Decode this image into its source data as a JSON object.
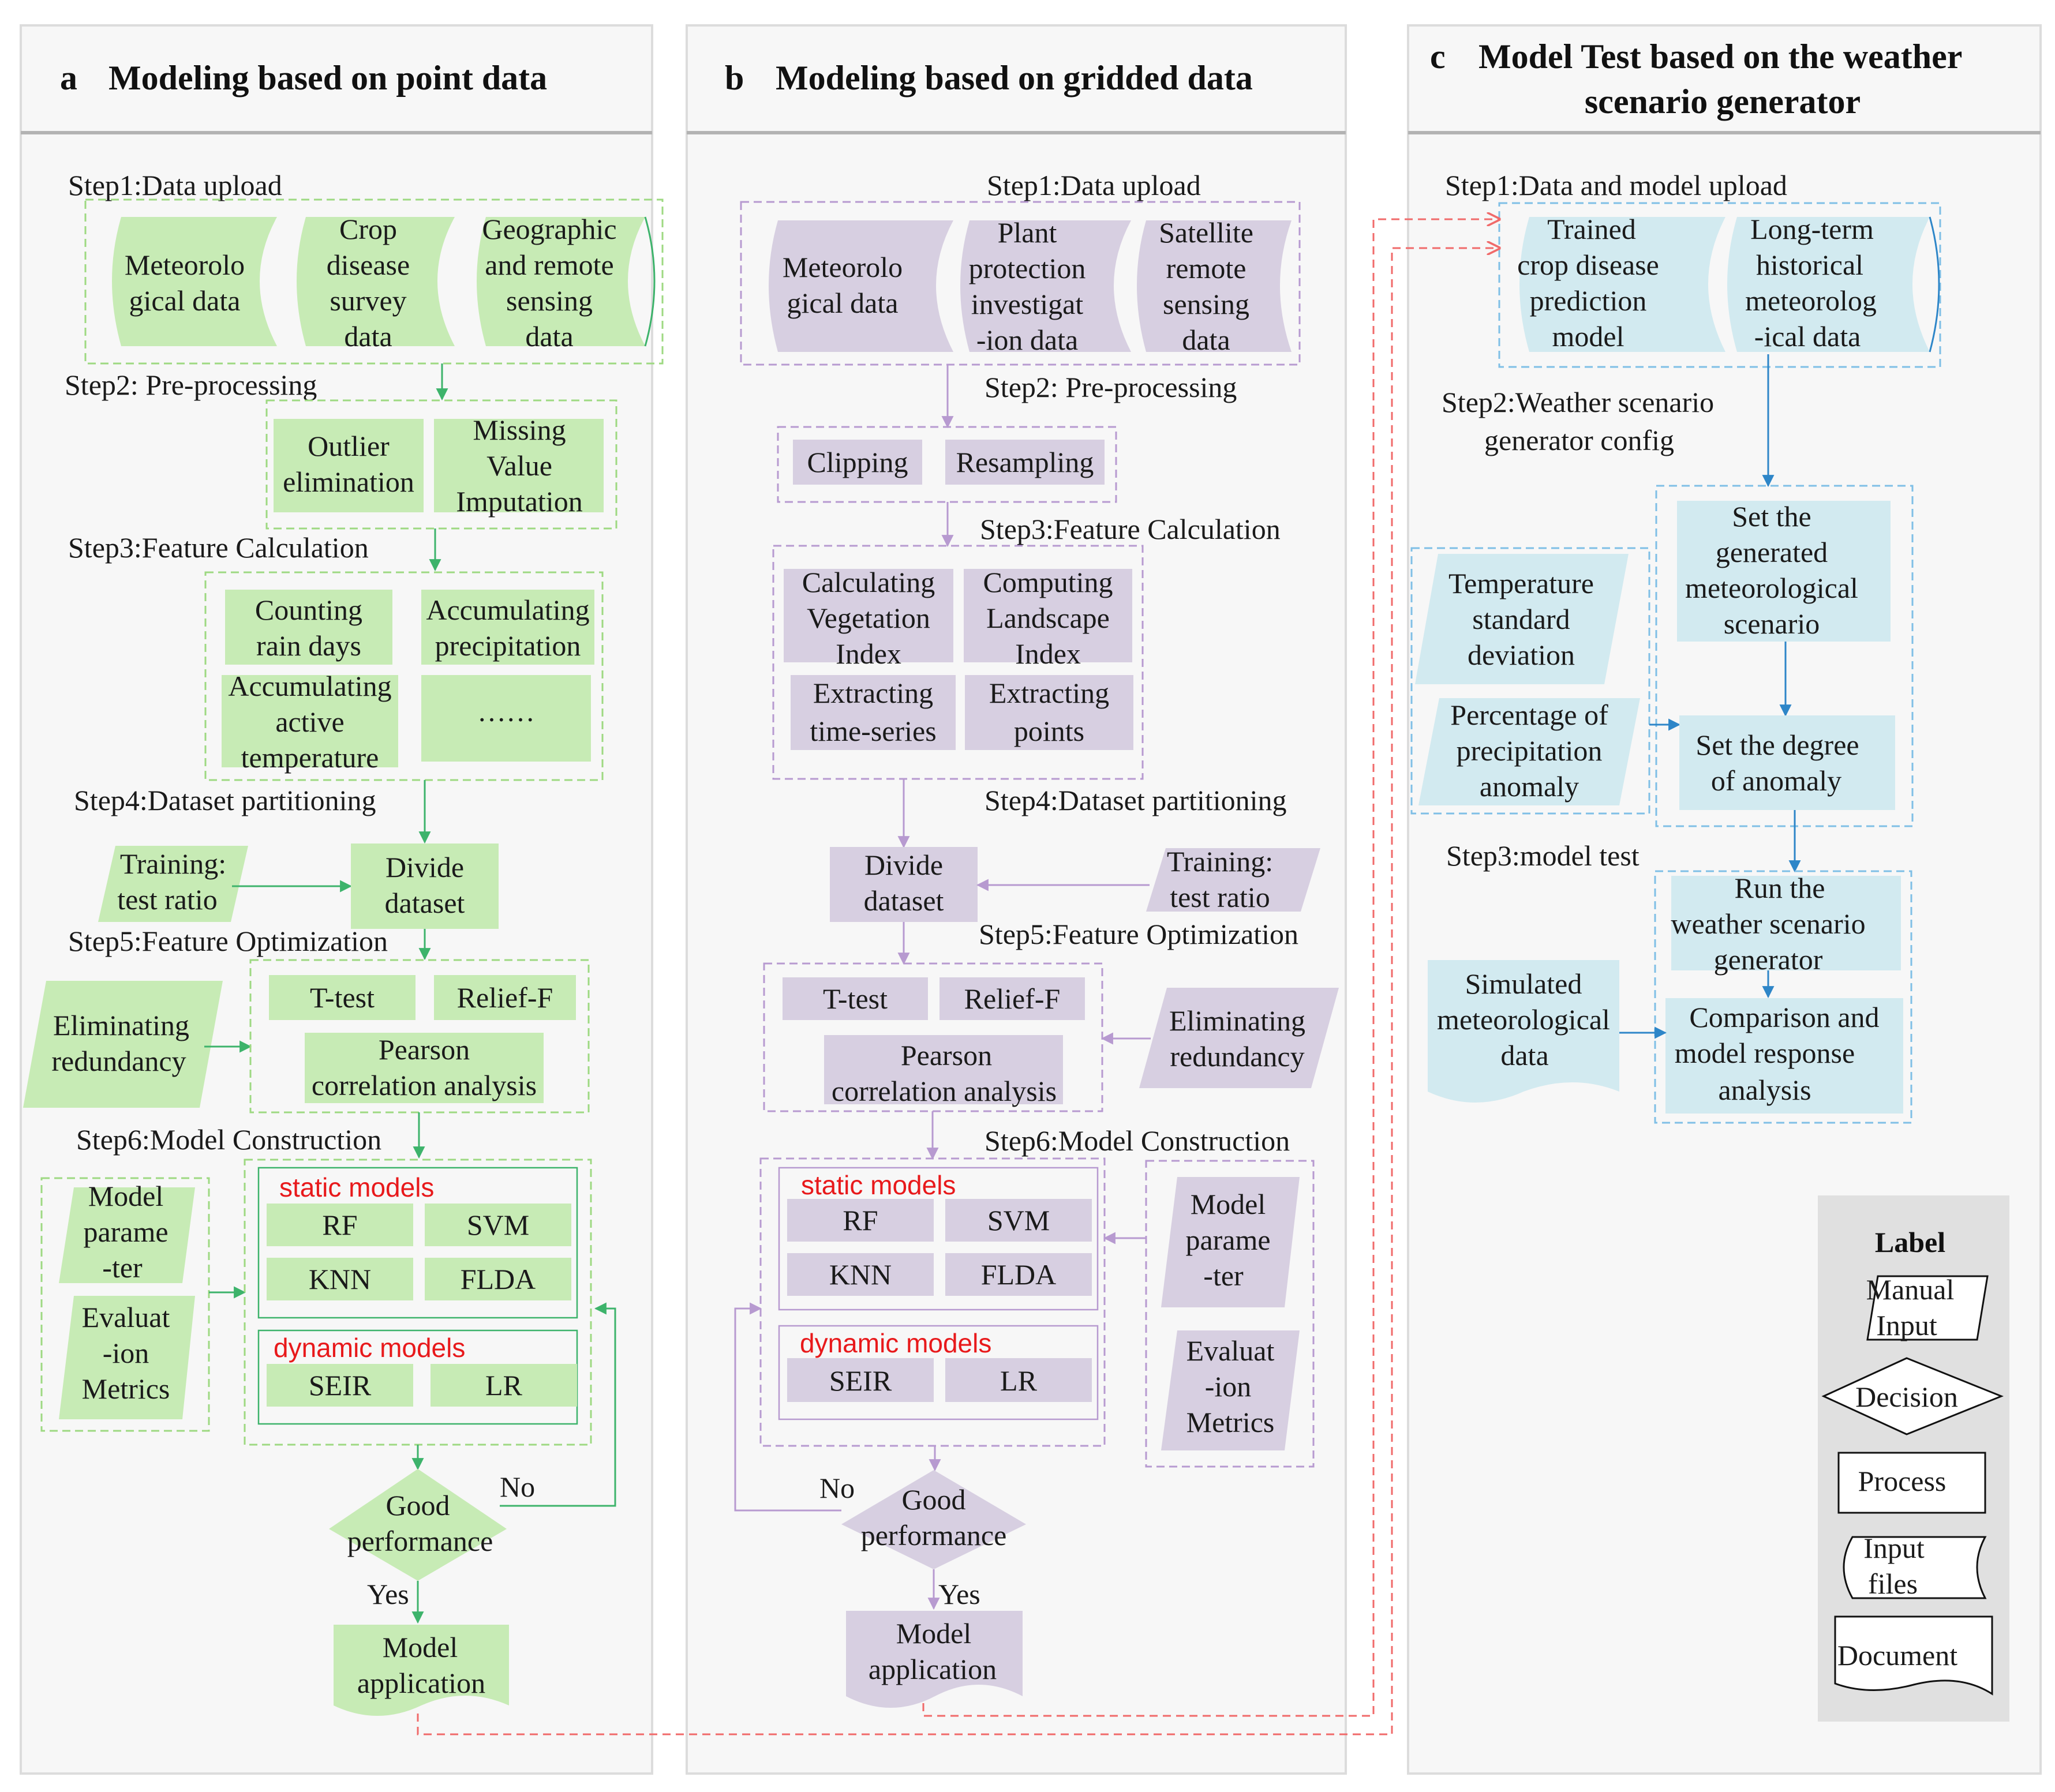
{
  "panels": {
    "a": {
      "letter": "a",
      "title": "Modeling based on point data",
      "step1": "Step1:Data upload",
      "inputs": [
        [
          "Meteorolo",
          "gical data"
        ],
        [
          "Crop",
          "disease",
          "survey",
          "data"
        ],
        [
          "Geographic",
          "and remote",
          "sensing",
          "data"
        ]
      ],
      "step2": "Step2: Pre-processing",
      "pre": [
        [
          "Outlier",
          "elimination"
        ],
        [
          "Missing",
          "Value",
          "Imputation"
        ]
      ],
      "step3": "Step3:Feature Calculation",
      "features": [
        [
          "Counting",
          "rain days"
        ],
        [
          "Accumulating",
          "precipitation"
        ],
        [
          "Accumulating",
          "active",
          "temperature"
        ],
        [
          "……"
        ]
      ],
      "step4": "Step4:Dataset partitioning",
      "ratio": [
        "Training:",
        "test ratio"
      ],
      "divide": [
        "Divide",
        "dataset"
      ],
      "step5": "Step5:Feature Optimization",
      "elim": [
        "Eliminating",
        "redundancy"
      ],
      "opt": [
        "T-test",
        "Relief-F"
      ],
      "pearson": [
        "Pearson",
        "correlation analysis"
      ],
      "step6": "Step6:Model Construction",
      "params": [
        [
          "Model",
          "parame",
          "-ter"
        ],
        [
          "Evaluat",
          "-ion",
          "Metrics"
        ]
      ],
      "static_label": "static models",
      "static_models": [
        "RF",
        "SVM",
        "KNN",
        "FLDA"
      ],
      "dynamic_label": "dynamic models",
      "dynamic_models": [
        "SEIR",
        "LR"
      ],
      "decision": [
        "Good",
        "performance"
      ],
      "no": "No",
      "yes": "Yes",
      "app": [
        "Model",
        "application"
      ]
    },
    "b": {
      "letter": "b",
      "title": "Modeling based on gridded data",
      "step1": "Step1:Data upload",
      "inputs": [
        [
          "Meteorolo",
          "gical data"
        ],
        [
          "Plant",
          "protection",
          "investigat",
          "-ion data"
        ],
        [
          "Satellite",
          "remote",
          "sensing",
          "data"
        ]
      ],
      "step2": "Step2: Pre-processing",
      "pre": [
        "Clipping",
        "Resampling"
      ],
      "step3": "Step3:Feature Calculation",
      "features": [
        [
          "Calculating",
          "Vegetation",
          "Index"
        ],
        [
          "Computing",
          "Landscape",
          "Index"
        ],
        [
          "Extracting",
          "time-series"
        ],
        [
          "Extracting",
          "points"
        ]
      ],
      "step4": "Step4:Dataset partitioning",
      "divide": [
        "Divide",
        "dataset"
      ],
      "ratio": [
        "Training:",
        "test ratio"
      ],
      "step5": "Step5:Feature Optimization",
      "opt": [
        "T-test",
        "Relief-F"
      ],
      "pearson": [
        "Pearson",
        "correlation analysis"
      ],
      "elim": [
        "Eliminating",
        "redundancy"
      ],
      "step6": "Step6:Model Construction",
      "static_label": "static models",
      "static_models": [
        "RF",
        "SVM",
        "KNN",
        "FLDA"
      ],
      "dynamic_label": "dynamic models",
      "dynamic_models": [
        "SEIR",
        "LR"
      ],
      "params": [
        [
          "Model",
          "parame",
          "-ter"
        ],
        [
          "Evaluat",
          "-ion",
          "Metrics"
        ]
      ],
      "decision": [
        "Good",
        "performance"
      ],
      "no": "No",
      "yes": "Yes",
      "app": [
        "Model",
        "application"
      ]
    },
    "c": {
      "letter": "c",
      "title": [
        "Model Test based on the weather",
        "scenario generator"
      ],
      "step1": "Step1:Data and model upload",
      "inputs": [
        [
          "Trained",
          "crop disease",
          "prediction",
          "model"
        ],
        [
          "Long-term",
          "historical",
          "meteorolog",
          "-ical data"
        ]
      ],
      "step2": [
        "Step2:Weather scenario",
        "generator config"
      ],
      "set_scenario": [
        "Set the",
        "generated",
        "meteorological",
        "scenario"
      ],
      "manual": [
        [
          "Temperature",
          "standard",
          "deviation"
        ],
        [
          "Percentage of",
          "precipitation",
          "anomaly"
        ]
      ],
      "set_degree": [
        "Set the degree",
        "of anomaly"
      ],
      "step3": "Step3:model test",
      "run": [
        "Run the",
        "weather scenario",
        "generator"
      ],
      "simulated": [
        "Simulated",
        "meteorological",
        "data"
      ],
      "compare": [
        "Comparison and",
        "model response",
        "analysis"
      ]
    }
  },
  "legend": {
    "title": "Label",
    "manual": [
      "Manual",
      "Input"
    ],
    "decision": "Decision",
    "process": "Process",
    "input_files": [
      "Input",
      "files"
    ],
    "document": "Document"
  },
  "colors": {
    "green_fill": "#c7ebb5",
    "green_line": "#3db36b",
    "green_dash": "#9ed982",
    "purple_fill": "#d7cfe1",
    "purple_line": "#b79ad0",
    "blue_fill": "#d2eaf0",
    "blue_line": "#2e86c8",
    "blue_dash": "#7fbfe6",
    "red_dash": "#f06a6a",
    "panel_bg": "#f7f7f7"
  }
}
